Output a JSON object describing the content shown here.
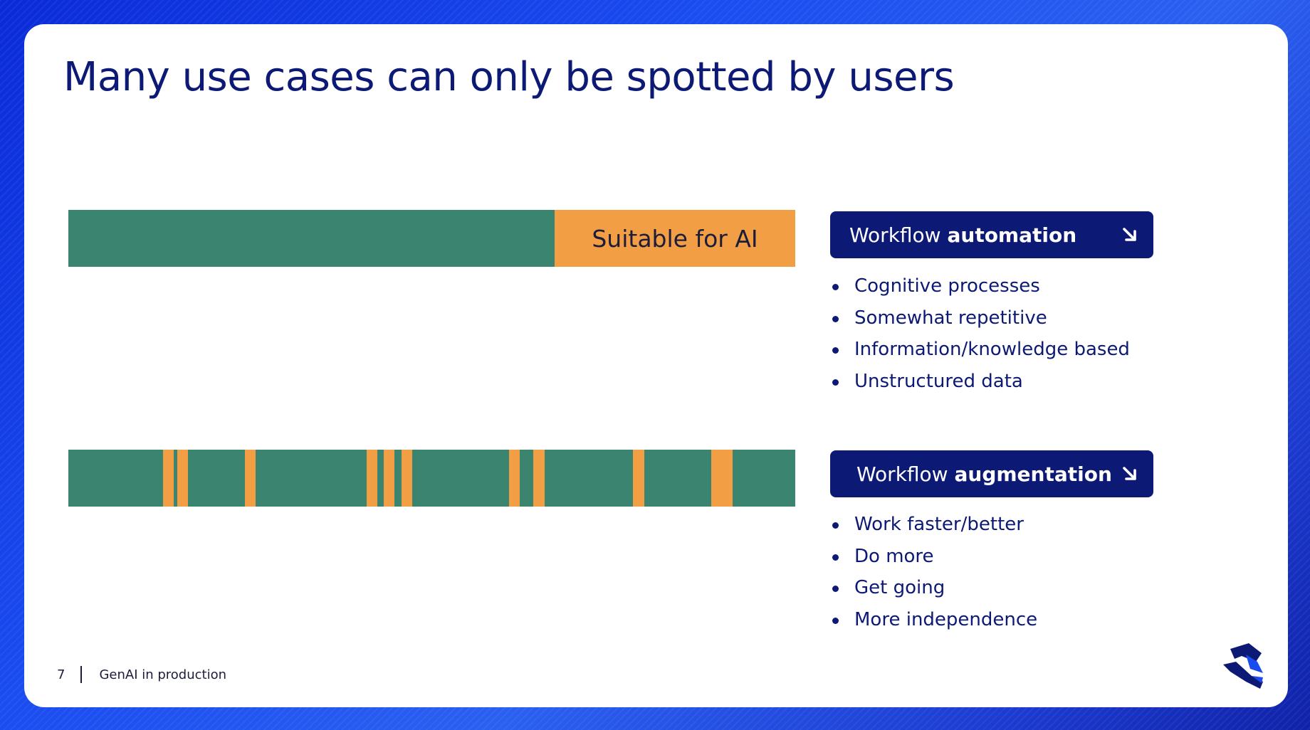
{
  "title": "Many use cases can only be spotted by users",
  "top_bar": {
    "label": "Suitable for AI",
    "colors": {
      "main": "#3b846f",
      "highlight": "#f19e45"
    },
    "highlight_fraction": [
      0.669,
      1.0
    ]
  },
  "bottom_bar": {
    "colors": {
      "main": "#3b846f",
      "highlight": "#f19e45"
    },
    "highlight_fractions": [
      [
        0.13,
        0.145
      ],
      [
        0.15,
        0.165
      ],
      [
        0.243,
        0.258
      ],
      [
        0.41,
        0.425
      ],
      [
        0.434,
        0.449
      ],
      [
        0.458,
        0.473
      ],
      [
        0.606,
        0.621
      ],
      [
        0.64,
        0.655
      ],
      [
        0.777,
        0.792
      ],
      [
        0.884,
        0.914
      ]
    ]
  },
  "cards": [
    {
      "title_regular": "Workflow ",
      "title_bold": "automation",
      "icon": "arrow-down-right-icon",
      "bullets": [
        "Cognitive processes",
        "Somewhat repetitive",
        "Information/knowledge based",
        "Unstructured data"
      ]
    },
    {
      "title_regular": "Workflow ",
      "title_bold": "augmentation",
      "icon": "arrow-down-right-icon",
      "bullets": [
        "Work faster/better",
        "Do more",
        "Get going",
        "More independence"
      ]
    }
  ],
  "footer": {
    "page_number": "7",
    "section": "GenAI in production"
  },
  "colors": {
    "navy": "#0d1a75",
    "text_dark": "#1d1d3a",
    "background_blue": "#1a4cf0"
  }
}
